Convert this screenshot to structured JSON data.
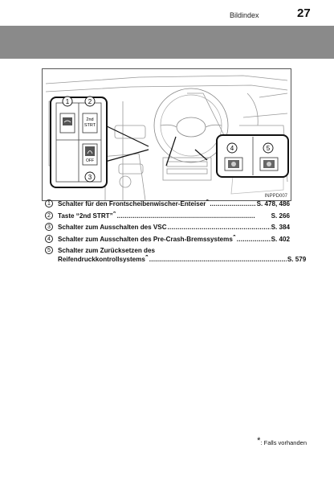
{
  "header": {
    "section": "Bildindex",
    "page_number": "27"
  },
  "figure": {
    "code": "INPPD007",
    "btn_2nd": "2nd",
    "btn_strt": "STRT",
    "btn_off": "OFF"
  },
  "items": [
    {
      "num": "1",
      "label": "Schalter für den Frontscheibenwischer-Enteiser",
      "star": "*",
      "page": "S. 478, 486"
    },
    {
      "num": "2",
      "label": "Taste “2nd STRT”",
      "star": "*",
      "page": "S. 266"
    },
    {
      "num": "3",
      "label": "Schalter zum Ausschalten des VSC",
      "star": "",
      "page": "S. 384"
    },
    {
      "num": "4",
      "label": "Schalter zum Ausschalten des Pre-Crash-Bremssystems",
      "star": "*",
      "page": "S. 402"
    },
    {
      "num": "5",
      "label_line1": "Schalter zum Zurücksetzen des",
      "label_line2": "Reifendruckkontrollsystems",
      "star": "*",
      "page": "S. 579"
    }
  ],
  "footnote": {
    "star": "*",
    "text": ": Falls vorhanden"
  }
}
